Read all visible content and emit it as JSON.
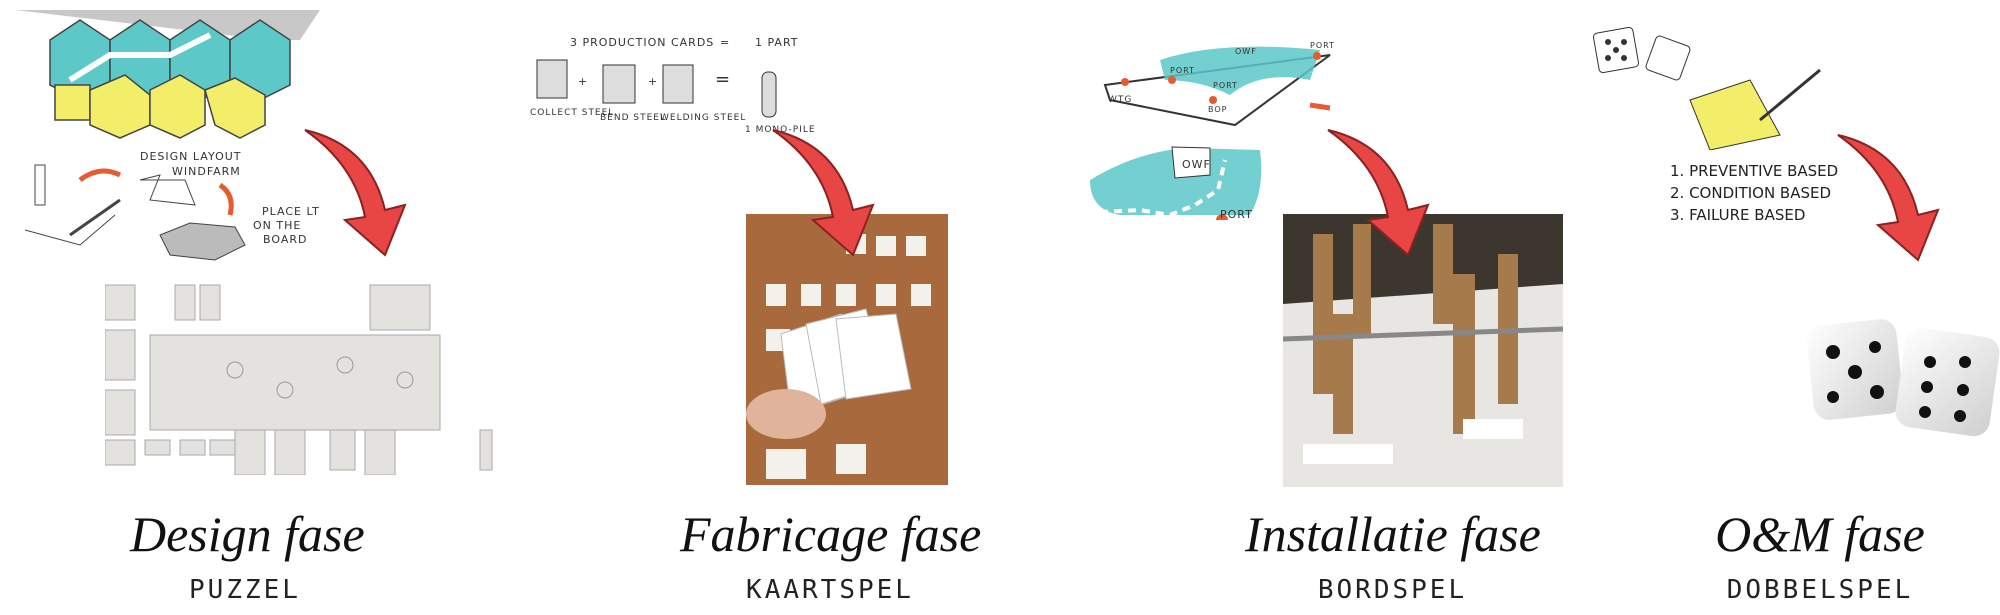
{
  "phases": [
    {
      "title": "Design fase",
      "subtitle": "PUZZEL",
      "sketch_labels": [
        "DESIGN LAYOUT",
        "WINDFARM",
        "PLACE LT",
        "ON THE",
        "BOARD"
      ]
    },
    {
      "title": "Fabricage fase",
      "subtitle": "KAARTSPEL",
      "sketch_labels": {
        "header": "3 PRODUCTION CARDS",
        "equals": "=",
        "result_header": "1 PART",
        "cards": [
          "COLLECT STEEL",
          "BEND STEEL",
          "WELDING STEEL"
        ],
        "result": "1 MONO-PILE"
      }
    },
    {
      "title": "Installatie fase",
      "subtitle": "BORDSPEL",
      "sketch_labels": [
        "PORT",
        "PORT",
        "PORT",
        "OWF",
        "WTG",
        "BOP",
        "OWF",
        "PORT"
      ]
    },
    {
      "title": "O&M fase",
      "subtitle": "DOBBELSPEL",
      "list": [
        "1. PREVENTIVE BASED",
        "2. CONDITION BASED",
        "3. FAILURE BASED"
      ]
    }
  ],
  "colors": {
    "arrow": "#e84545",
    "sea": "#5cc8c8",
    "yellow": "#f2ee6a"
  }
}
